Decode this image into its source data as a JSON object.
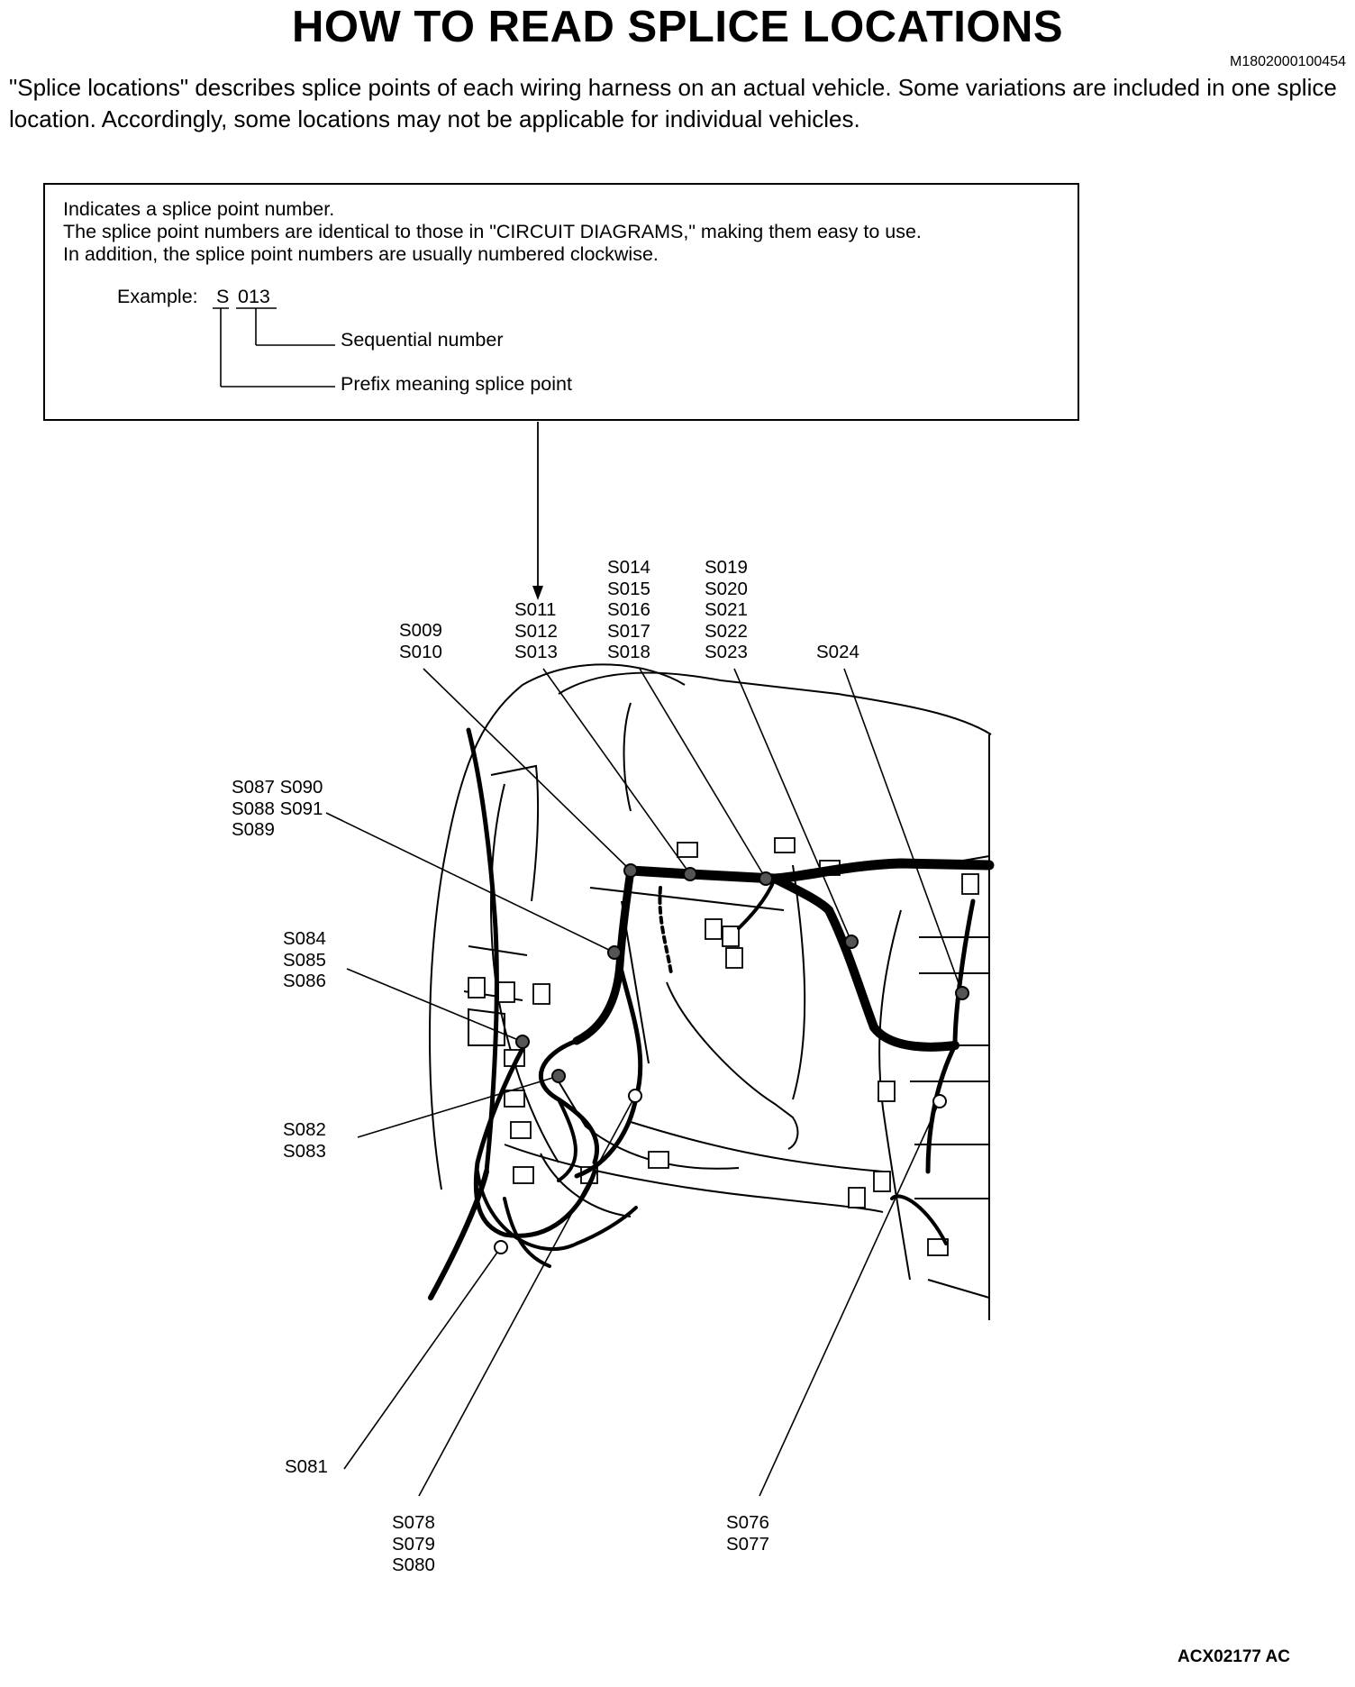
{
  "page": {
    "title": "HOW TO READ SPLICE LOCATIONS",
    "doc_id": "M1802000100454",
    "intro": "\"Splice locations\" describes splice points of each wiring harness on an actual vehicle. Some variations are included in one splice location. Accordingly, some locations may not be applicable for individual vehicles.",
    "figure_code": "ACX02177 AC"
  },
  "info_box": {
    "line1": "Indicates a splice point number.",
    "line2": "The splice point numbers are identical to those in \"CIRCUIT DIAGRAMS,\" making them easy to use.",
    "line3": "In addition, the splice point numbers are usually numbered clockwise.",
    "example_label": "Example:",
    "example_prefix": "S",
    "example_number": "013",
    "sequential_label": "Sequential number",
    "prefix_label": "Prefix meaning splice point"
  },
  "splice_labels": {
    "s009": "S009\nS010",
    "s011": "S011\nS012\nS013",
    "s014": "S014\nS015\nS016\nS017\nS018",
    "s019": "S019\nS020\nS021\nS022\nS023",
    "s024": "S024",
    "s087": "S087 S090\nS088 S091\nS089",
    "s084": "S084\nS085\nS086",
    "s082": "S082\nS083",
    "s081": "S081",
    "s078": "S078\nS079\nS080",
    "s076": "S076\nS077"
  }
}
